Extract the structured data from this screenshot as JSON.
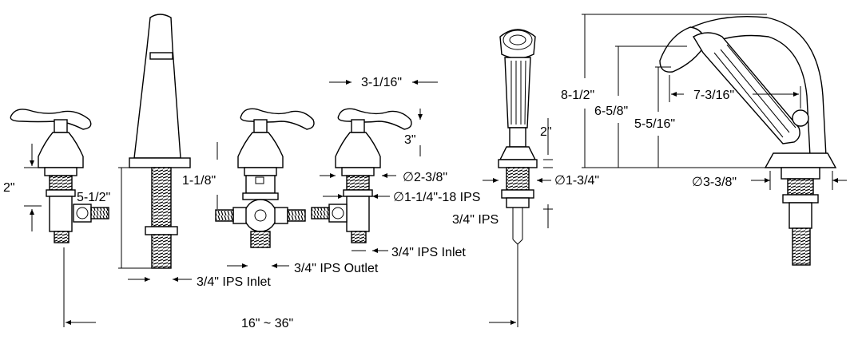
{
  "dimensions": {
    "valve_height": "2\"",
    "spout_height": "5-1/2\"",
    "diverter_block": "1-1/8\"",
    "handle_spread": "3-1/16\"",
    "handle_height": "3\"",
    "base_diameter": "∅2-3/8\"",
    "shank_thread": "∅1-1/4\"-18 IPS",
    "spout_inlet": "3/4\" IPS Inlet",
    "diverter_outlet": "3/4\" IPS Outlet",
    "valve_inlet": "3/4\" IPS Inlet",
    "spread_range": "16\" ~ 36\"",
    "handshower_height": "2\"",
    "handshower_base": "∅1-3/4\"",
    "handshower_ips": "3/4\" IPS",
    "total_height": "8-1/2\"",
    "mid_height": "6-5/8\"",
    "spray_height": "5-5/16\"",
    "reach": "7-3/16\"",
    "holder_base": "∅3-3/8\""
  },
  "colors": {
    "line": "#000000",
    "background": "#ffffff"
  }
}
